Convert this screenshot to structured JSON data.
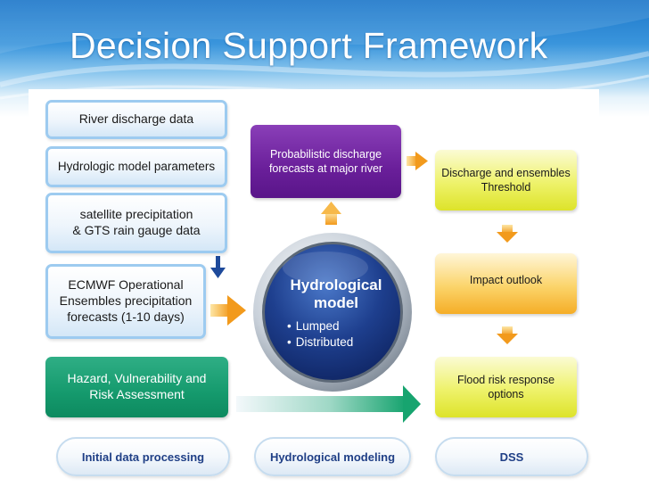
{
  "title": "Decision Support Framework",
  "inputs": [
    "River discharge data",
    "Hydrologic model parameters",
    "satellite precipitation\n& GTS rain gauge data",
    "ECMWF Operational\nEnsembles precipitation\nforecasts (1-10 days)"
  ],
  "hazard": "Hazard, Vulnerability and\nRisk Assessment",
  "forecast": "Probabilistic discharge\nforecasts at major river",
  "model": {
    "title": "Hydrological\nmodel",
    "types": [
      "Lumped",
      "Distributed"
    ]
  },
  "dss": [
    "Discharge and ensembles\nThreshold",
    "Impact  outlook",
    "Flood risk response\noptions"
  ],
  "stages": [
    "Initial data processing",
    "Hydrological modeling",
    "DSS"
  ],
  "colors": {
    "purple": "#6a1f9a",
    "green": "#159a6d",
    "yellow": "#e4e83a",
    "orange": "#f7b733",
    "arrow": "#f5a623",
    "stage_text": "#1f3f86"
  }
}
